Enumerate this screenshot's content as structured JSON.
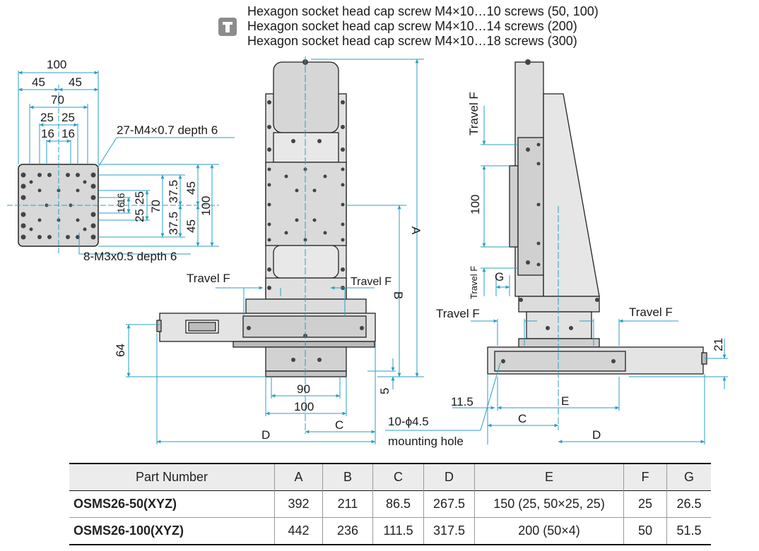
{
  "note": {
    "lines": [
      "Hexagon socket head cap screw M4×10…10 screws (50, 100)",
      "Hexagon socket head cap screw M4×10…14 screws (200)",
      "Hexagon socket head cap screw M4×10…18 screws (300)"
    ]
  },
  "top_view": {
    "dims": [
      "100",
      "45",
      "45",
      "70",
      "25",
      "25",
      "16",
      "16",
      "16",
      "16",
      "25",
      "25",
      "70",
      "37.5",
      "37.5",
      "45",
      "45",
      "100"
    ],
    "callouts": [
      "27-M4×0.7 depth 6",
      "8-M3x0.5 depth 6"
    ]
  },
  "front_view": {
    "labels": [
      "Travel F",
      "Travel F",
      "A",
      "B",
      "64",
      "5",
      "90",
      "100",
      "C",
      "D"
    ]
  },
  "side_view": {
    "labels": [
      "Travel F",
      "100",
      "Travel F",
      "G",
      "Travel F",
      "Travel F",
      "21",
      "11.5",
      "E",
      "C",
      "10-ϕ4.5",
      "mounting hole",
      "D"
    ]
  },
  "table": {
    "headers": [
      "Part Number",
      "A",
      "B",
      "C",
      "D",
      "E",
      "F",
      "G"
    ],
    "rows": [
      [
        "OSMS26-50(XYZ)",
        "392",
        "211",
        "86.5",
        "267.5",
        "150 (25, 50×25, 25)",
        "25",
        "26.5"
      ],
      [
        "OSMS26-100(XYZ)",
        "442",
        "236",
        "111.5",
        "317.5",
        "200 (50×4)",
        "50",
        "51.5"
      ]
    ]
  },
  "colors": {
    "dimension_line": "#2a9fc4",
    "part_outline": "#222222",
    "part_fill": "#d8d8d8",
    "icon_gray": "#8c8c8c"
  }
}
